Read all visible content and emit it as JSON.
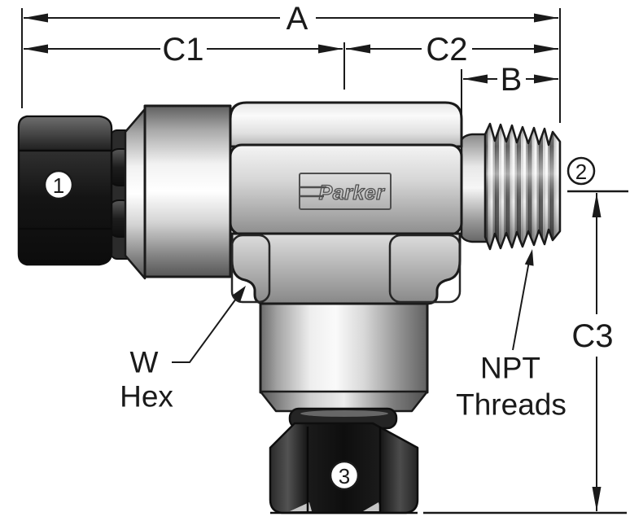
{
  "dims": {
    "a": "A",
    "c1": "C1",
    "c2": "C2",
    "b": "B",
    "c3": "C3"
  },
  "callouts": {
    "w_line1": "W",
    "w_line2": "Hex",
    "npt_line1": "NPT",
    "npt_line2": "Threads"
  },
  "ports": {
    "p1": "1",
    "p2": "2",
    "p3": "3"
  },
  "logo": {
    "text": "Parker"
  },
  "colors": {
    "outline": "#1a1a1a",
    "metal_highlight": "#f8f8f8",
    "metal_mid": "#b5b5b5",
    "metal_shadow": "#5a5a5a",
    "nut_dark": "#141414",
    "background": "#ffffff"
  }
}
